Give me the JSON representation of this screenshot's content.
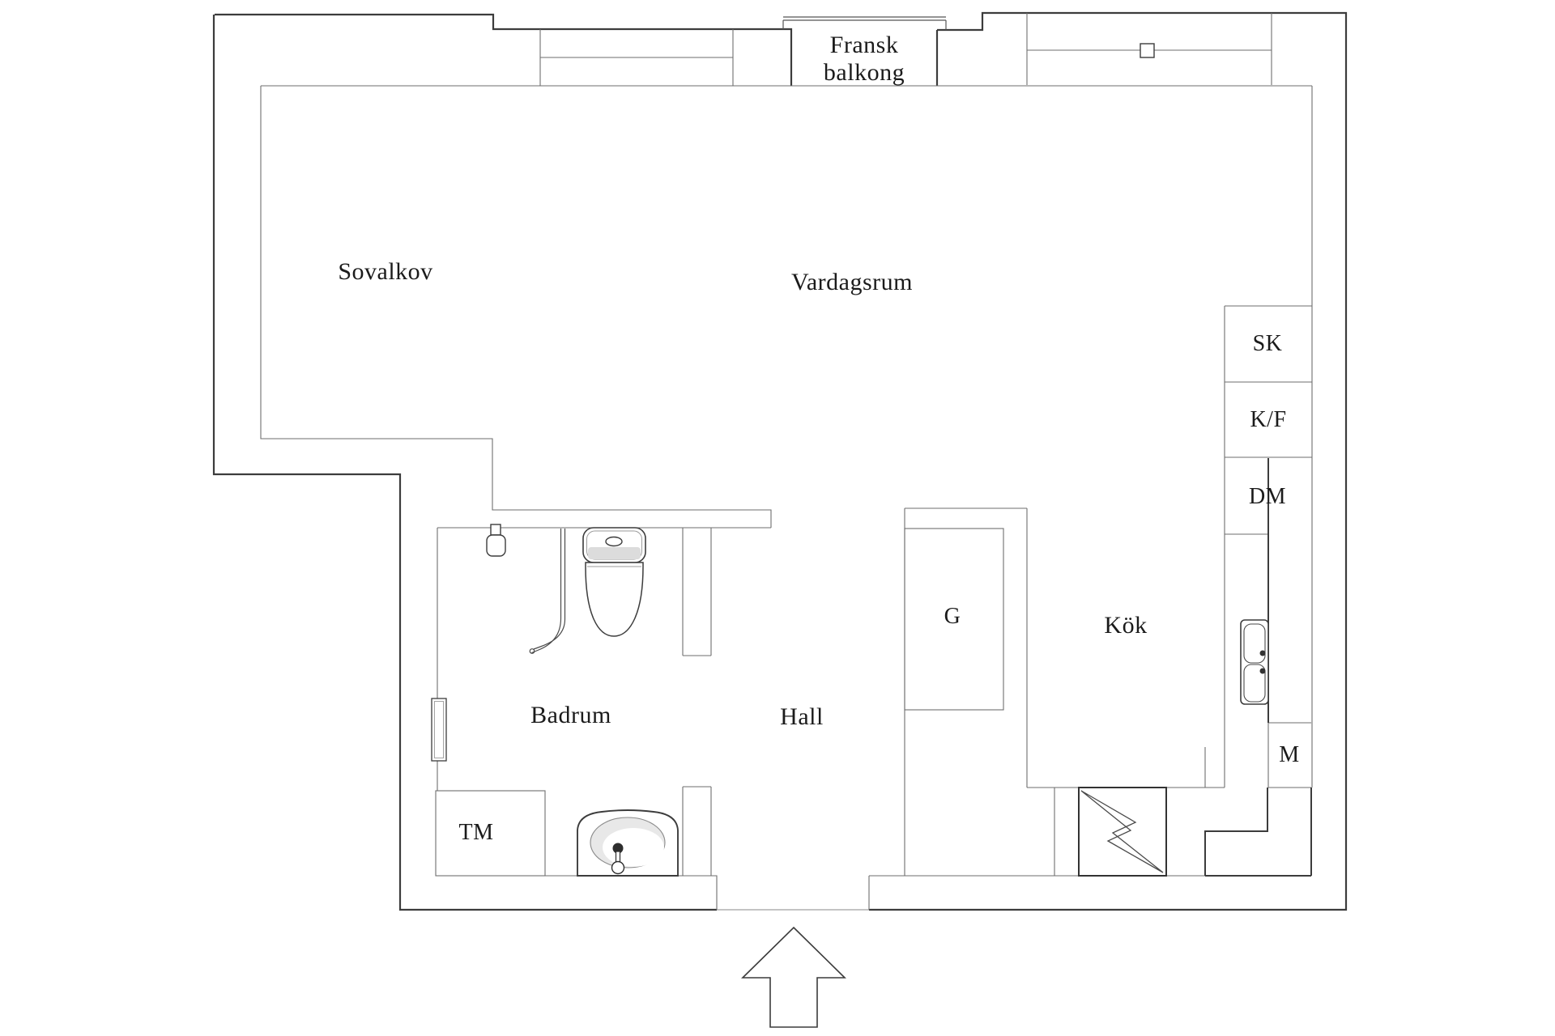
{
  "title": "Apartment floor plan",
  "labels": {
    "sovalkov": "Sovalkov",
    "vardagsrum": "Vardagsrum",
    "badrum": "Badrum",
    "hall": "Hall",
    "kok": "Kök",
    "balkong_line1": "Fransk",
    "balkong_line2": "balkong",
    "sk": "SK",
    "kf": "K/F",
    "dm": "DM",
    "g": "G",
    "tm": "TM",
    "m": "M"
  },
  "icons": [
    "toilet-icon",
    "shower-mixer-icon",
    "shower-screen",
    "bathroom-sink-icon",
    "kitchen-sink-icon",
    "lightning-bolt-icon",
    "window-handle-icon",
    "entrance-arrow-icon",
    "door-leaf-icon",
    "balcony-railing"
  ],
  "colors": {
    "background": "#ffffff",
    "wall": "#3c3c3c",
    "thin_line": "#6e6e6e",
    "fixture": "#4a4a4a",
    "shade": "#dcdcdc",
    "text": "#1b1b1b"
  }
}
